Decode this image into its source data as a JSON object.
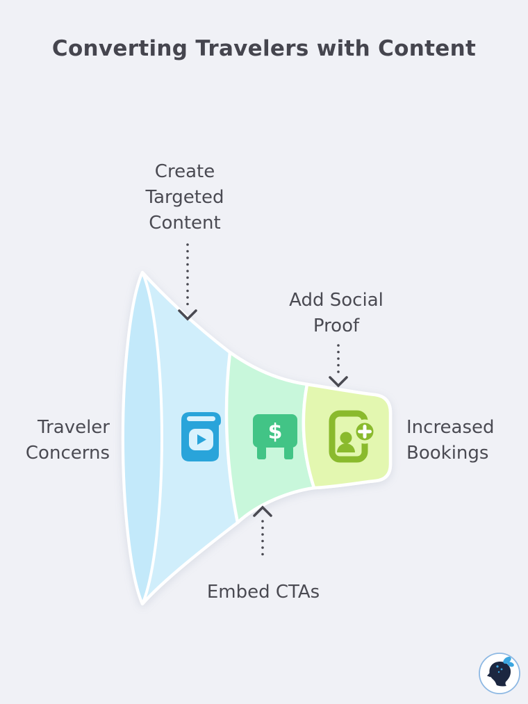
{
  "title": "Converting Travelers with Content",
  "funnel": {
    "direction": "left-to-right",
    "input_label": "Traveler\nConcerns",
    "output_label": "Increased\nBookings",
    "stages": [
      {
        "annotation": "Create\nTargeted\nContent",
        "arrow": "down",
        "icon": "video-book-icon",
        "fill": "#d0eefb",
        "icon_color": "#29a4da"
      },
      {
        "annotation": "Embed CTAs",
        "arrow": "up",
        "icon": "dollar-booth-icon",
        "icon_glyph": "$",
        "fill": "#c8f7db",
        "icon_color": "#42c486"
      },
      {
        "annotation": "Add Social\nProof",
        "arrow": "down",
        "icon": "add-contact-icon",
        "fill": "#e3f7b0",
        "icon_color": "#8aba2d"
      }
    ]
  },
  "colors": {
    "background": "#f0f1f6",
    "text": "#4a4a52",
    "title_text": "#45454e",
    "arrow": "#4a4a52",
    "funnel_outline": "#ffffff",
    "lens_fill": "#c3e9fa",
    "icon_window_fill": "#d9f2fd",
    "logo_ring": "#8db8e3",
    "logo_silhouette": "#1c2740",
    "logo_butterfly": "#3ba6e0"
  }
}
